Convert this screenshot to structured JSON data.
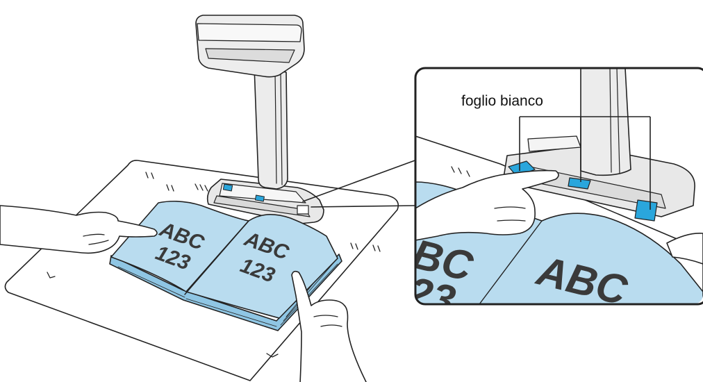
{
  "callout": {
    "label": "foglio bianco"
  },
  "book_text": {
    "left_line1": "ABC",
    "left_line2": "123",
    "right_line1": "ABC",
    "right_line2": "123"
  },
  "zoom_text": {
    "left_line1": "BC",
    "left_line2": "23",
    "right_line1": "ABC"
  },
  "colors": {
    "page_blue": "#b9dcef",
    "accent_blue": "#2aa6dc",
    "scanner_gray": "#e6e6e6",
    "outline": "#222222",
    "text_dark": "#3a3a3a"
  }
}
